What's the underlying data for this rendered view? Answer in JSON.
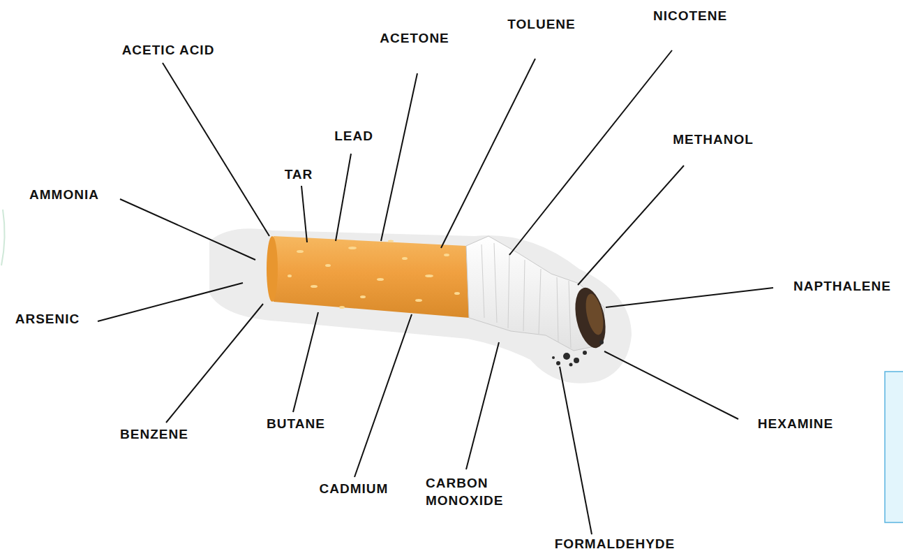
{
  "diagram": {
    "labels": [
      "NICOTENE",
      "TOLUENE",
      "ACETONE",
      "ACETIC ACID",
      "LEAD",
      "METHANOL",
      "TAR",
      "AMMONIA",
      "NAPTHALENE",
      "ARSENIC",
      "BUTANE",
      "HEXAMINE",
      "BENZENE",
      "CARBON MONOXIDE",
      "CADMIUM",
      "FORMALDEHYDE"
    ]
  }
}
